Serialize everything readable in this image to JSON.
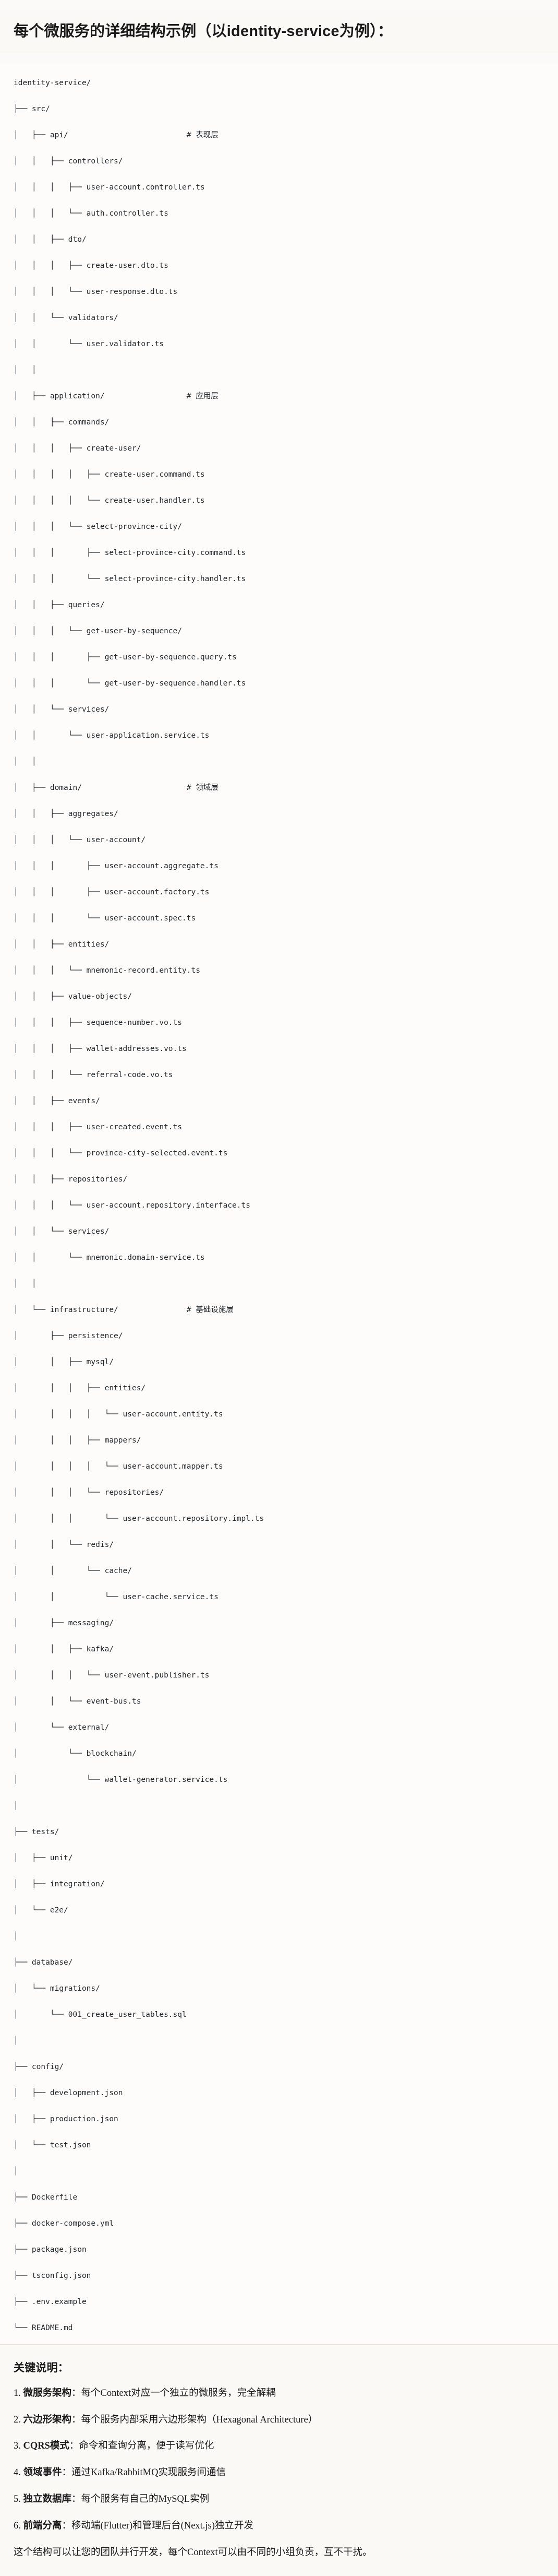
{
  "heading": "每个微服务的详细结构示例（以identity-service为例）：",
  "tree": {
    "lines": [
      "identity-service/",
      "├── src/",
      "│   ├── api/                          # 表现层",
      "│   │   ├── controllers/",
      "│   │   │   ├── user-account.controller.ts",
      "│   │   │   └── auth.controller.ts",
      "│   │   ├── dto/",
      "│   │   │   ├── create-user.dto.ts",
      "│   │   │   └── user-response.dto.ts",
      "│   │   └── validators/",
      "│   │       └── user.validator.ts",
      "│   │",
      "│   ├── application/                  # 应用层",
      "│   │   ├── commands/",
      "│   │   │   ├── create-user/",
      "│   │   │   │   ├── create-user.command.ts",
      "│   │   │   │   └── create-user.handler.ts",
      "│   │   │   └── select-province-city/",
      "│   │   │       ├── select-province-city.command.ts",
      "│   │   │       └── select-province-city.handler.ts",
      "│   │   ├── queries/",
      "│   │   │   └── get-user-by-sequence/",
      "│   │   │       ├── get-user-by-sequence.query.ts",
      "│   │   │       └── get-user-by-sequence.handler.ts",
      "│   │   └── services/",
      "│   │       └── user-application.service.ts",
      "│   │",
      "│   ├── domain/                       # 领域层",
      "│   │   ├── aggregates/",
      "│   │   │   └── user-account/",
      "│   │   │       ├── user-account.aggregate.ts",
      "│   │   │       ├── user-account.factory.ts",
      "│   │   │       └── user-account.spec.ts",
      "│   │   ├── entities/",
      "│   │   │   └── mnemonic-record.entity.ts",
      "│   │   ├── value-objects/",
      "│   │   │   ├── sequence-number.vo.ts",
      "│   │   │   ├── wallet-addresses.vo.ts",
      "│   │   │   └── referral-code.vo.ts",
      "│   │   ├── events/",
      "│   │   │   ├── user-created.event.ts",
      "│   │   │   └── province-city-selected.event.ts",
      "│   │   ├── repositories/",
      "│   │   │   └── user-account.repository.interface.ts",
      "│   │   └── services/",
      "│   │       └── mnemonic.domain-service.ts",
      "│   │",
      "│   └── infrastructure/               # 基础设施层",
      "│       ├── persistence/",
      "│       │   ├── mysql/",
      "│       │   │   ├── entities/",
      "│       │   │   │   └── user-account.entity.ts",
      "│       │   │   ├── mappers/",
      "│       │   │   │   └── user-account.mapper.ts",
      "│       │   │   └── repositories/",
      "│       │   │       └── user-account.repository.impl.ts",
      "│       │   └── redis/",
      "│       │       └── cache/",
      "│       │           └── user-cache.service.ts",
      "│       ├── messaging/",
      "│       │   ├── kafka/",
      "│       │   │   └── user-event.publisher.ts",
      "│       │   └── event-bus.ts",
      "│       └── external/",
      "│           └── blockchain/",
      "│               └── wallet-generator.service.ts",
      "│",
      "├── tests/",
      "│   ├── unit/",
      "│   ├── integration/",
      "│   └── e2e/",
      "│",
      "├── database/",
      "│   └── migrations/",
      "│       └── 001_create_user_tables.sql",
      "│",
      "├── config/",
      "│   ├── development.json",
      "│   ├── production.json",
      "│   └── test.json",
      "│",
      "├── Dockerfile",
      "├── docker-compose.yml",
      "├── package.json",
      "├── tsconfig.json",
      "├── .env.example",
      "└── README.md"
    ]
  },
  "notes": {
    "title": "关键说明：",
    "items": [
      {
        "term": "微服务架构",
        "text": "：每个Context对应一个独立的微服务，完全解耦"
      },
      {
        "term": "六边形架构",
        "text": "：每个服务内部采用六边形架构（Hexagonal Architecture）"
      },
      {
        "term": "CQRS模式",
        "text": "：命令和查询分离，便于读写优化"
      },
      {
        "term": "领域事件",
        "text": "：通过Kafka/RabbitMQ实现服务间通信"
      },
      {
        "term": "独立数据库",
        "text": "：每个服务有自己的MySQL实例"
      },
      {
        "term": "前端分离",
        "text": "：移动端(Flutter)和管理后台(Next.js)独立开发"
      }
    ],
    "footer": "这个结构可以让您的团队并行开发，每个Context可以由不同的小组负责，互不干扰。"
  }
}
